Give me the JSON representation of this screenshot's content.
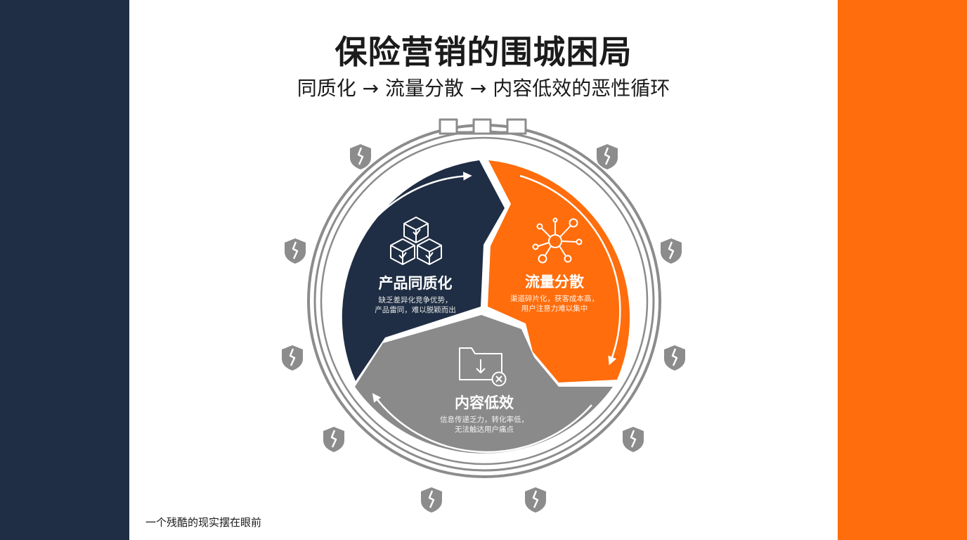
{
  "title": "保险营销的围城困局",
  "subtitle": "同质化 → 流量分散 → 内容低效的恶性循环",
  "segments": {
    "product": {
      "title": "产品同质化",
      "desc1": "缺乏差异化竞争优势，",
      "desc2": "产品雷同，难以脱颖而出",
      "color": "#1f2e44"
    },
    "traffic": {
      "title": "流量分散",
      "desc1": "渠道碎片化，获客成本高，",
      "desc2": "用户注意力难以集中",
      "color": "#ff6d0c"
    },
    "content": {
      "title": "内容低效",
      "desc1": "信息传递乏力，转化率低，",
      "desc2": "无法触达用户痛点",
      "color": "#8a8a8a"
    }
  },
  "footer": "一个残酷的现实摆在眼前",
  "icons": {
    "product": "cubes-check-icon",
    "traffic": "network-nodes-icon",
    "content": "folder-download-x-icon",
    "shields": "cracked-shield-icon",
    "wall": "castle-wall-icon"
  }
}
